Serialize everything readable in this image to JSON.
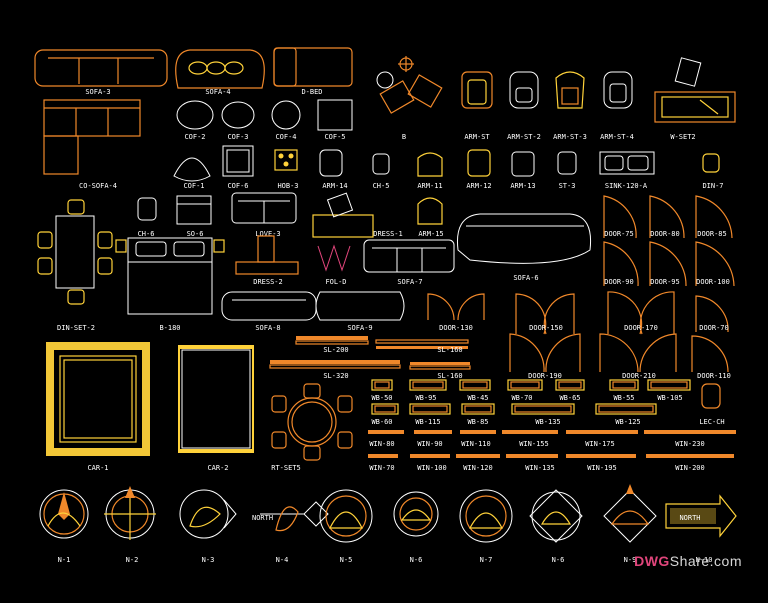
{
  "labels": {
    "sofa3": "SOFA-3",
    "sofa4": "SOFA-4",
    "dbed": "D-BED",
    "b": "B",
    "armst": "ARM-ST",
    "armst2": "ARM-ST-2",
    "armst3": "ARM-ST-3",
    "armst4": "ARM-ST-4",
    "wset2": "W-SET2",
    "cof2": "COF-2",
    "cof3": "COF-3",
    "cof4": "COF-4",
    "cof5": "COF-5",
    "cosofa4": "CO-SOFA-4",
    "cof1": "COF-1",
    "cof6": "COF-6",
    "hob3": "HOB-3",
    "arm14": "ARM-14",
    "ch5": "CH-5",
    "arm11": "ARM-11",
    "arm12": "ARM-12",
    "arm13": "ARM-13",
    "st3": "ST-3",
    "sink120a": "SINK-120-A",
    "din7": "DIN-7",
    "ch6": "CH-6",
    "so6": "SO-6",
    "love3": "LOVE-3",
    "dress1": "DRESS-1",
    "arm15": "ARM-15",
    "door75": "DOOR-75",
    "door80": "DOOR-80",
    "door85": "DOOR-85",
    "dress2": "DRESS-2",
    "fold": "FOL-D",
    "sofa7": "SOFA-7",
    "sofa6": "SOFA-6",
    "door90": "DOOR-90",
    "door95": "DOOR-95",
    "door100": "DOOR-100",
    "dinset2": "DIN-SET-2",
    "b180": "B-180",
    "sofa8": "SOFA-8",
    "sofa9": "SOFA-9",
    "door130": "DOOR-130",
    "door150": "DOOR-150",
    "door170": "DOOR-170",
    "door70": "DOOR-70",
    "sl200": "SL-200",
    "sl160a": "SL-160",
    "sl320": "SL-320",
    "sl160b": "SL-160",
    "door190": "DOOR-190",
    "door210": "DOOR-210",
    "door110": "DOOR-110",
    "wb50": "WB-50",
    "wb95": "WB-95",
    "wb45": "WB-45",
    "wb70": "WB-70",
    "wb65": "WB-65",
    "wb55": "WB-55",
    "wb105": "WB-105",
    "lecch": "LEC-CH",
    "wb60": "WB-60",
    "wb115": "WB-115",
    "wb85": "WB-85",
    "wb135": "WB-135",
    "wb125": "WB-125",
    "car1": "CAR-1",
    "car2": "CAR-2",
    "rtset5": "RT-SET5",
    "win80": "WIN-80",
    "win90": "WIN-90",
    "win110": "WIN-110",
    "win155": "WIN-155",
    "win175": "WIN-175",
    "win230": "WIN-230",
    "win70": "WIN-70",
    "win100": "WIN-100",
    "win120": "WIN-120",
    "win135": "WIN-135",
    "win195": "WIN-195",
    "win200": "WIN-200",
    "n1": "N-1",
    "n2": "N-2",
    "n3": "N-3",
    "n4": "N-4",
    "n5": "N-5",
    "n6a": "N-6",
    "n7": "N-7",
    "n6b": "N-6",
    "n9": "N-9",
    "n10": "N-10",
    "north": "NORTH"
  },
  "watermark": {
    "brand_a": "DWG",
    "brand_b": "Share",
    "brand_c": ".com"
  },
  "colors": {
    "orange": "#f0882a",
    "yellow": "#ffd23a",
    "white": "#ffffff",
    "pink": "#e0457b",
    "background": "#000000"
  }
}
